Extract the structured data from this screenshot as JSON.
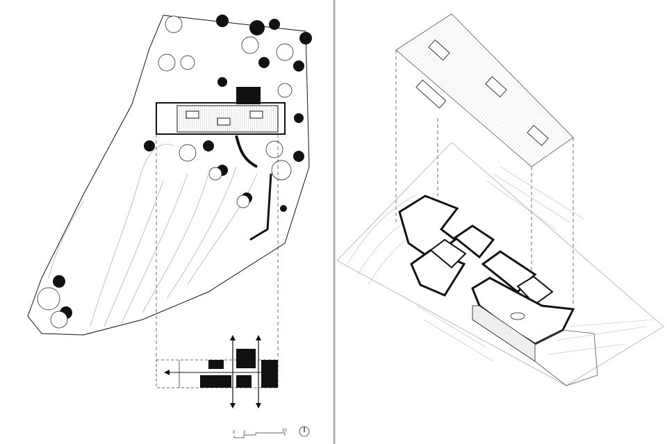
{
  "scale_bar": {
    "tick_0": "0",
    "tick_1": "2",
    "tick_2": "10"
  },
  "north_arrow": {
    "icon": "north-arrow-icon"
  },
  "colors": {
    "ink": "#111111",
    "divider": "#b0b0b0",
    "hatch": "#888888"
  }
}
